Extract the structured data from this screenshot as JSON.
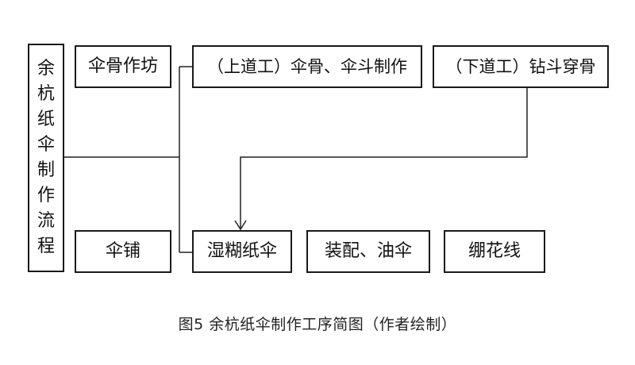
{
  "diagram": {
    "left_box_chars": [
      "余",
      "杭",
      "纸",
      "伞",
      "制",
      "作",
      "流",
      "程"
    ],
    "top_row": [
      {
        "id": "umbrella-bone-workshop",
        "label": "伞骨作坊"
      },
      {
        "id": "upper-process",
        "label": "（上道工）伞骨、伞斗制作"
      },
      {
        "id": "lower-process",
        "label": "（下道工）钻斗穿骨"
      }
    ],
    "bottom_row": [
      {
        "id": "umbrella-shop",
        "label": "伞铺"
      },
      {
        "id": "paste-paper",
        "label": "湿糊纸伞"
      },
      {
        "id": "assemble-oil",
        "label": "装配、油伞"
      },
      {
        "id": "flower-thread",
        "label": "绷花线"
      }
    ],
    "caption": "图5 余杭纸伞制作工序简图（作者绘制）"
  }
}
